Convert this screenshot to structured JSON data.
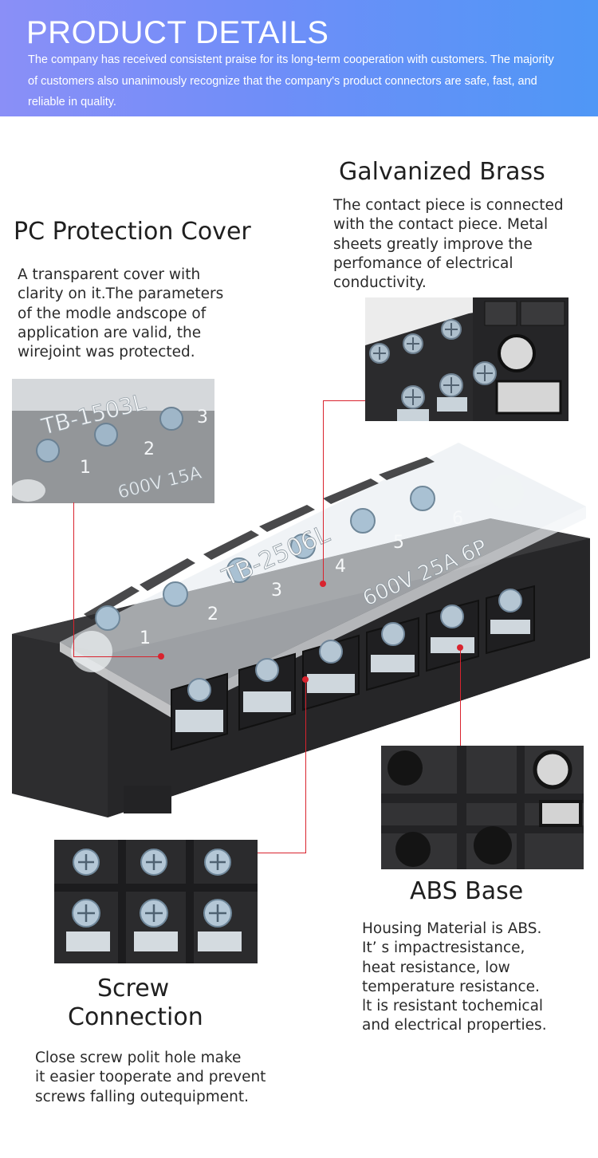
{
  "header": {
    "title": "PRODUCT DETAILS",
    "description": "The company has received consistent praise for its long-term cooperation with customers. The majority of customers also unanimously recognize that the company's product connectors are safe, fast, and reliable in quality."
  },
  "features": {
    "brass": {
      "title": "Galvanized Brass",
      "text": "The contact piece is connected\nwith the contact piece. Metal\nsheets greatly improve the\nperfomance of electrical\nconductivity."
    },
    "cover": {
      "title": "PC Protection Cover",
      "text": "A transparent cover with\nclarity on it.The parameters\nof the modle andscope of\napplication are valid, the\nwirejoint was protected."
    },
    "abs": {
      "title": "ABS Base",
      "text": "Housing Material is ABS.\nIt’ s impactresistance,\n heat resistance, low\ntemperature resistance.\nlt is resistant tochemical\nand electrical properties."
    },
    "screw": {
      "title_line1": "Screw",
      "title_line2": "Connection",
      "text": "Close screw polit hole make\nit easier tooperate and prevent\n screws falling outequipment."
    }
  },
  "product_markings": {
    "cover_main_model": "TB-2506L",
    "cover_main_rating": "600V 25A 6P",
    "cover_terminal_numbers": [
      "1",
      "2",
      "3",
      "4",
      "5",
      "6"
    ],
    "closeup_model": "TB-1503L",
    "closeup_rating": "600V 15A",
    "closeup_numbers": [
      "1",
      "2",
      "3"
    ]
  },
  "colors": {
    "banner_start": "#8a8ff7",
    "banner_end": "#4f97f6",
    "callout_line": "#d9232e",
    "housing": "#2b2b2d"
  }
}
